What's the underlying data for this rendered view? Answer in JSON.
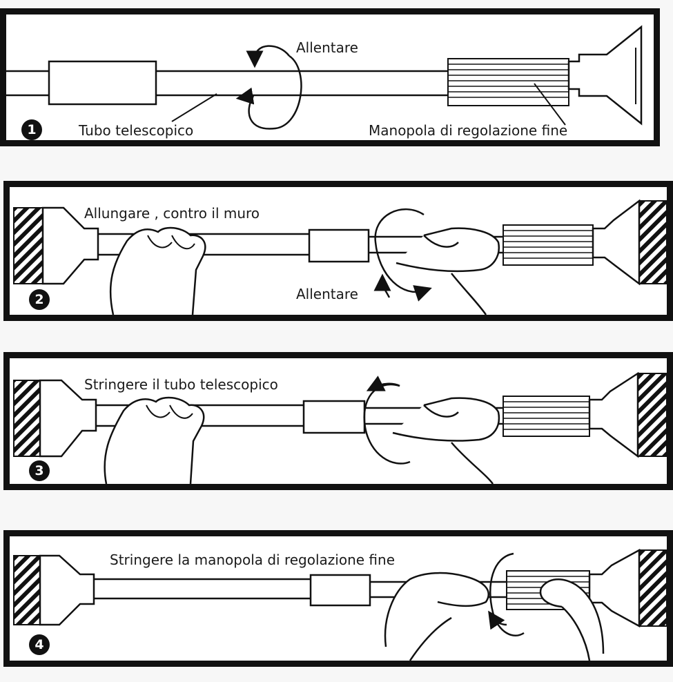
{
  "colors": {
    "ink": "#111111",
    "paper": "#ffffff",
    "background": "#f7f7f7"
  },
  "steps": [
    {
      "number": "1",
      "label_a": "Allentare",
      "label_b": "Tubo telescopico",
      "label_c": "Manopola di regolazione fine"
    },
    {
      "number": "2",
      "label_a": "Allungare , contro il muro",
      "label_b": "Allentare"
    },
    {
      "number": "3",
      "label_a": "Stringere il tubo telescopico"
    },
    {
      "number": "4",
      "label_a": "Stringere la manopola di regolazione fine"
    }
  ]
}
